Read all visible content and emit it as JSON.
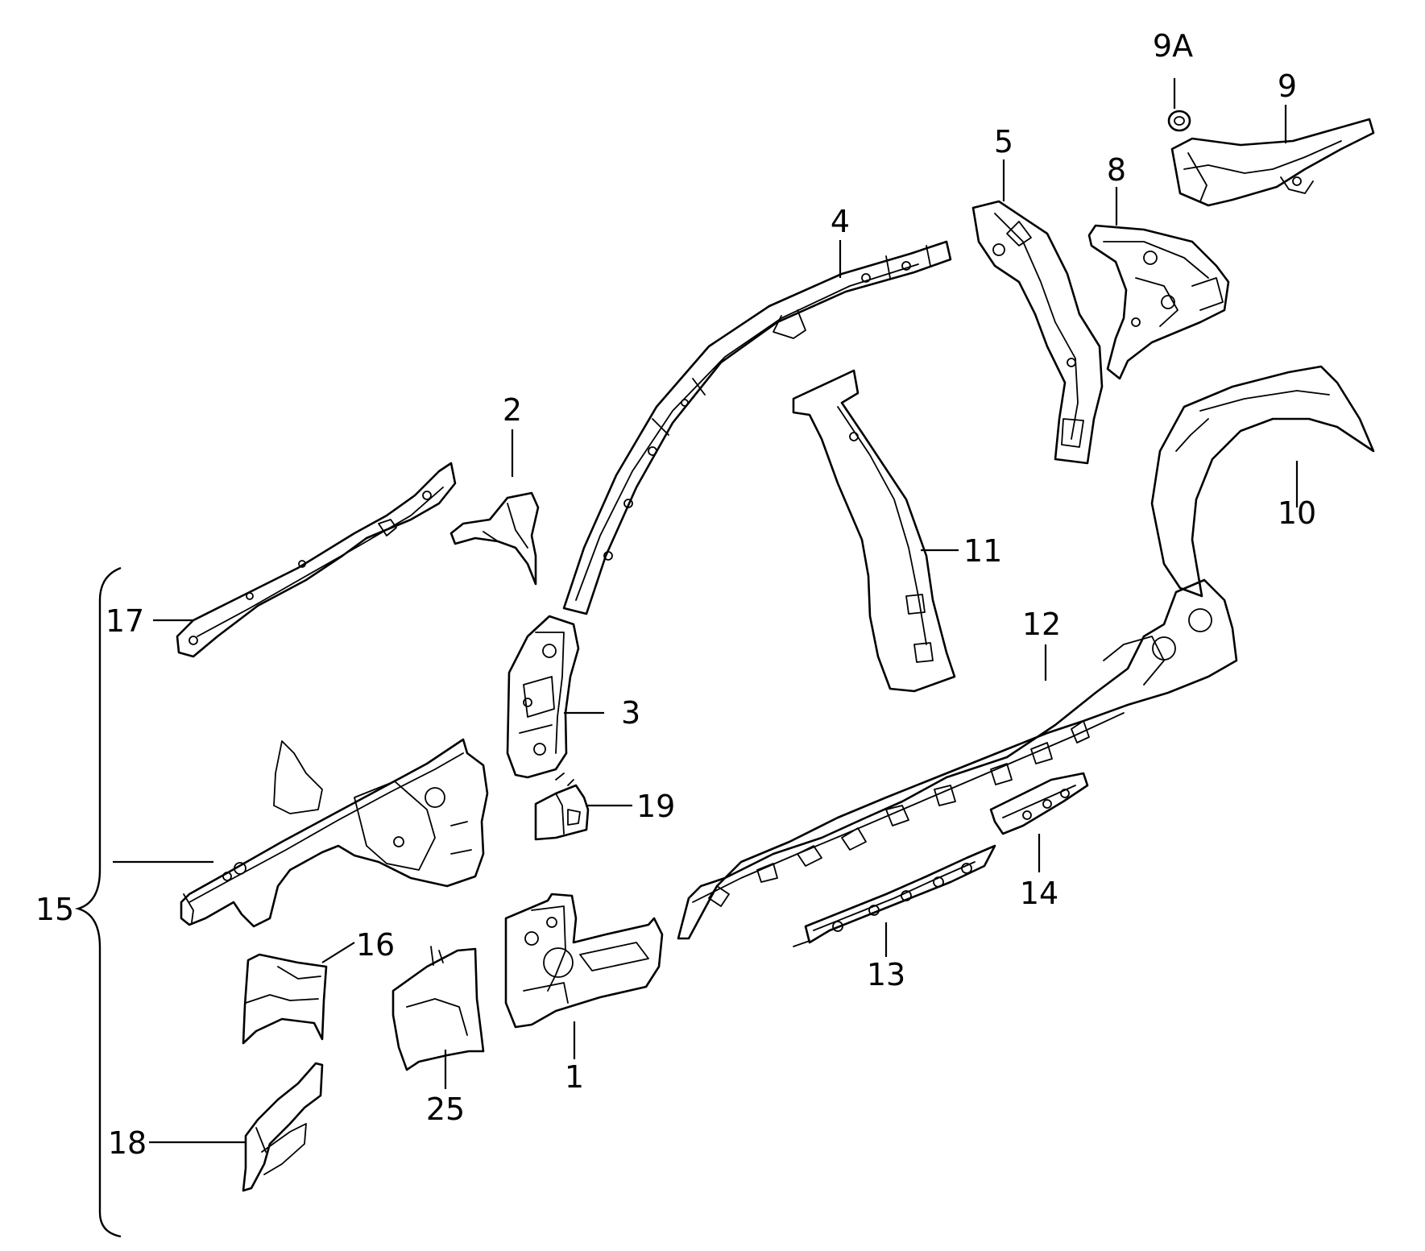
{
  "callouts": {
    "c1": "1",
    "c2": "2",
    "c3": "3",
    "c4": "4",
    "c5": "5",
    "c8": "8",
    "c9": "9",
    "c9a": "9A",
    "c10": "10",
    "c11": "11",
    "c12": "12",
    "c13": "13",
    "c14": "14",
    "c15": "15",
    "c16": "16",
    "c17": "17",
    "c18": "18",
    "c19": "19",
    "c25": "25"
  }
}
